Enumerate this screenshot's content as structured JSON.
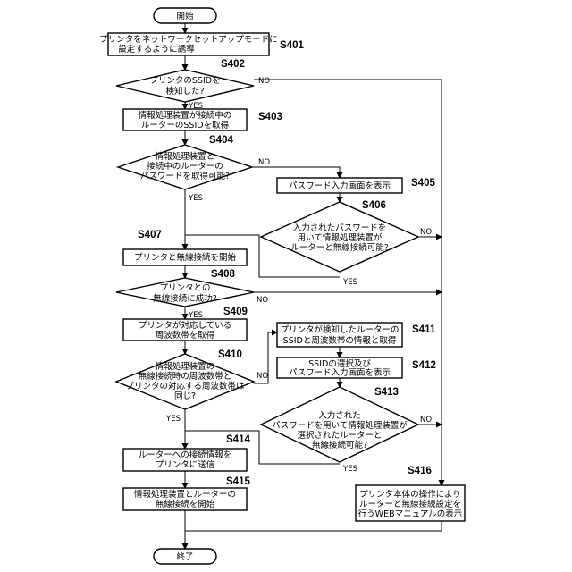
{
  "terminals": {
    "start": "開始",
    "end": "終了"
  },
  "steps": {
    "s401": {
      "id": "S401",
      "text": [
        "プリンタをネットワークセットアップモードに",
        "設定するように誘導"
      ]
    },
    "s402": {
      "id": "S402",
      "text": [
        "プリンタのSSIDを",
        "検知した?"
      ]
    },
    "s403": {
      "id": "S403",
      "text": [
        "情報処理装置が接続中の",
        "ルーターのSSIDを取得"
      ]
    },
    "s404": {
      "id": "S404",
      "text": [
        "情報処理装置と",
        "接続中のルーターの",
        "パスワードを取得可能?"
      ]
    },
    "s405": {
      "id": "S405",
      "text": [
        "パスワード入力画面を表示"
      ]
    },
    "s406": {
      "id": "S406",
      "text": [
        "入力されたパスワードを",
        "用いて情報処理装置が",
        "ルーターと無線接続可能?"
      ]
    },
    "s407": {
      "id": "S407",
      "text": [
        "プリンタと無線接続を開始"
      ]
    },
    "s408": {
      "id": "S408",
      "text": [
        "プリンタとの",
        "無線接続に成功?"
      ]
    },
    "s409": {
      "id": "S409",
      "text": [
        "プリンタが対応している",
        "周波数帯を取得"
      ]
    },
    "s410": {
      "id": "S410",
      "text": [
        "情報処理装置の",
        "無線接続時の周波数帯と",
        "プリンタの対応する周波数帯は",
        "同じ?"
      ]
    },
    "s411": {
      "id": "S411",
      "text": [
        "プリンタが検知したルーターの",
        "SSIDと周波数帯の情報と取得"
      ]
    },
    "s412": {
      "id": "S412",
      "text": [
        "SSIDの選択及び",
        "パスワード入力画面を表示"
      ]
    },
    "s413": {
      "id": "S413",
      "text": [
        "入力された",
        "パスワードを用いて情報処理装置が",
        "選択されたルーターと",
        "無線接続可能?"
      ]
    },
    "s414": {
      "id": "S414",
      "text": [
        "ルーターへの接続情報を",
        "プリンタに送信"
      ]
    },
    "s415": {
      "id": "S415",
      "text": [
        "情報処理装置とルーターの",
        "無線接続を開始"
      ]
    },
    "s416": {
      "id": "S416",
      "text": [
        "プリンタ本体の操作により",
        "ルーターと無線接続設定を",
        "行うWEBマニュアルの表示"
      ]
    }
  },
  "branch_labels": {
    "yes": "YES",
    "no": "NO"
  }
}
